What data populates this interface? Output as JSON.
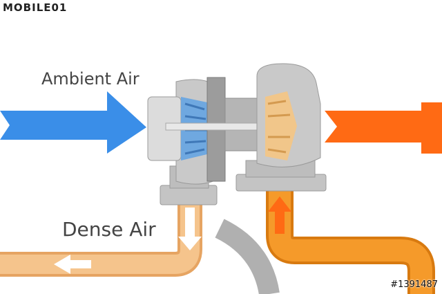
{
  "logo": {
    "text": "MOBILE01"
  },
  "labels": {
    "ambient_air": "Ambient Air",
    "dense_air": "Dense Air"
  },
  "watermark": {
    "text": "#1391487"
  },
  "colors": {
    "ambient_arrow": "#3a8ee8",
    "exhaust_arrow": "#ff6a14",
    "dense_pipe": "#f5c48c",
    "exhaust_pipe": "#f59a2a",
    "housing": "#c9c9c9",
    "compressor_wheel": "#6fa8e0",
    "turbine_wheel": "#f1c68a"
  }
}
